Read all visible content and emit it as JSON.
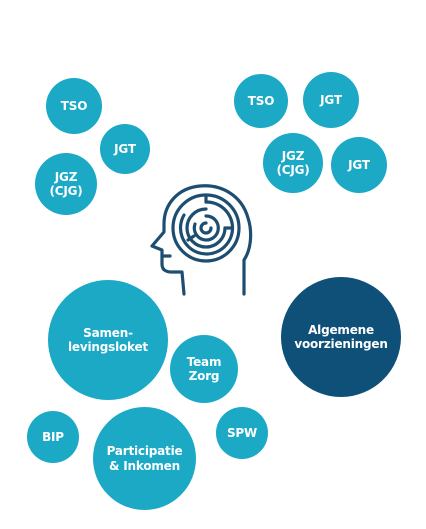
{
  "colors": {
    "cyan": "#1ba9c6",
    "navy": "#0f5079",
    "icon": "#1d4e72"
  },
  "icon": "head-with-maze-brain-icon",
  "bubbles": {
    "tso_left": "TSO",
    "jgt_left": "JGT",
    "jgz_left": "JGZ\n(CJG)",
    "tso_right": "TSO",
    "jgt_right_top": "JGT",
    "jgz_right": "JGZ\n(CJG)",
    "jgt_right_bottom": "JGT",
    "samenlevingsloket": "Samen-\nlevingsloket",
    "team_zorg": "Team\nZorg",
    "algemene_voorzieningen": "Algemene\nvoorzieningen",
    "bip": "BIP",
    "participatie": "Participatie\n& Inkomen",
    "spw": "SPW"
  }
}
